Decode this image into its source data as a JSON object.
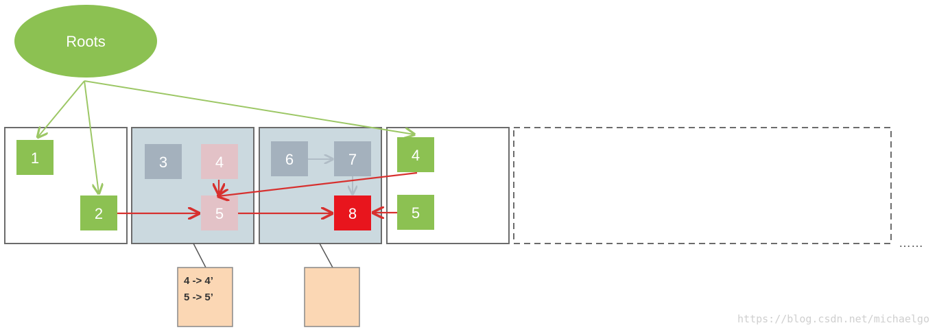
{
  "roots": {
    "label": "Roots"
  },
  "regions": [
    {
      "id": "region-1",
      "relocating": false,
      "objects": [
        {
          "id": "obj-1",
          "label": "1",
          "state": "live"
        },
        {
          "id": "obj-2",
          "label": "2",
          "state": "live"
        }
      ]
    },
    {
      "id": "region-2",
      "relocating": true,
      "objects": [
        {
          "id": "obj-3",
          "label": "3",
          "state": "dead"
        },
        {
          "id": "obj-4-old",
          "label": "4",
          "state": "moved"
        },
        {
          "id": "obj-5-old",
          "label": "5",
          "state": "moved"
        }
      ]
    },
    {
      "id": "region-3",
      "relocating": true,
      "objects": [
        {
          "id": "obj-6",
          "label": "6",
          "state": "dead"
        },
        {
          "id": "obj-7",
          "label": "7",
          "state": "dead"
        },
        {
          "id": "obj-8",
          "label": "8",
          "state": "live-unmoved"
        }
      ]
    },
    {
      "id": "region-4",
      "relocating": false,
      "objects": [
        {
          "id": "obj-4-new",
          "label": "4",
          "state": "live"
        },
        {
          "id": "obj-5-new",
          "label": "5",
          "state": "live"
        }
      ]
    },
    {
      "id": "region-5",
      "relocating": false,
      "dashed": true,
      "objects": []
    }
  ],
  "forwarding_tables": [
    {
      "region": "region-2",
      "lines": [
        "4 -> 4’",
        "5 -> 5’"
      ]
    },
    {
      "region": "region-3",
      "lines": []
    }
  ],
  "ellipsis": "……",
  "watermark": "https://blog.csdn.net/michaelgo",
  "colors": {
    "live": "#8cc152",
    "dead": "#a4b1bd",
    "moved": "#e3c2c7",
    "unmoved_live": "#e8151d",
    "relocating_region": "#cbd9df",
    "region_border": "#6b6b6b",
    "reference_arrow": "#d7302e",
    "root_arrow": "#9cc765",
    "table_fill": "#fbd7b4"
  }
}
